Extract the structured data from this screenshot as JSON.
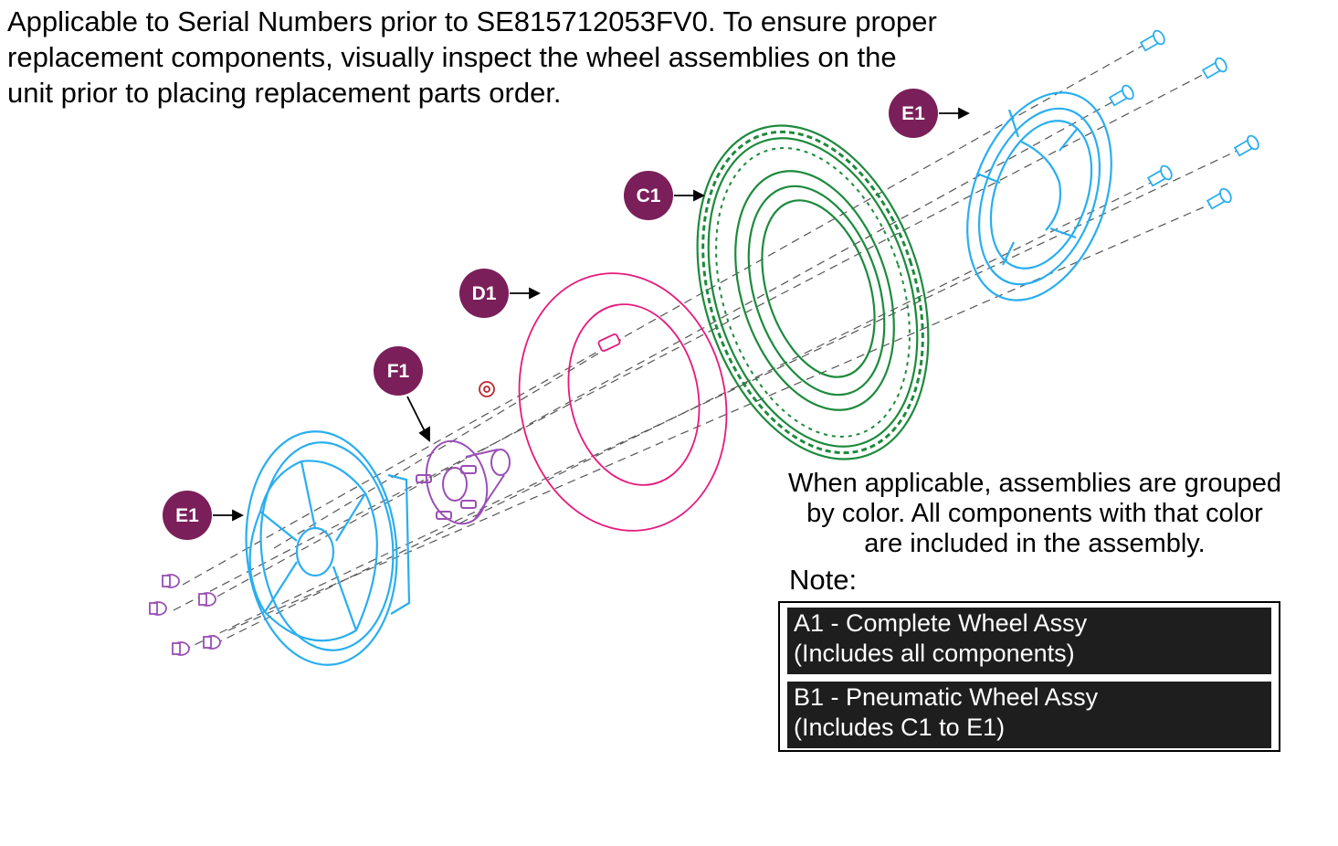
{
  "header": {
    "lines": [
      "Applicable to Serial Numbers prior to SE815712053FV0. To ensure proper",
      "replacement components, visually inspect the wheel assemblies on the",
      "unit prior to placing replacement parts order."
    ]
  },
  "callouts": {
    "e1_top": "E1",
    "c1": "C1",
    "d1": "D1",
    "f1": "F1",
    "e1_left": "E1"
  },
  "legend": {
    "lines": [
      "When applicable, assemblies are grouped",
      "by color. All components with that color",
      "are included in the assembly."
    ]
  },
  "note": {
    "label": "Note:",
    "a1_line1": "A1 - Complete Wheel Assy",
    "a1_line2": "(Includes all components)",
    "b1_line1": "B1 - Pneumatic Wheel Assy",
    "b1_line2": "(Includes C1 to E1)"
  },
  "colors": {
    "callout": "#7a1f5a",
    "rim": "#29aef0",
    "tire": "#1c8a3c",
    "tube": "#e6197d",
    "hub": "#9b4fb5",
    "valve": "#c0272d"
  }
}
